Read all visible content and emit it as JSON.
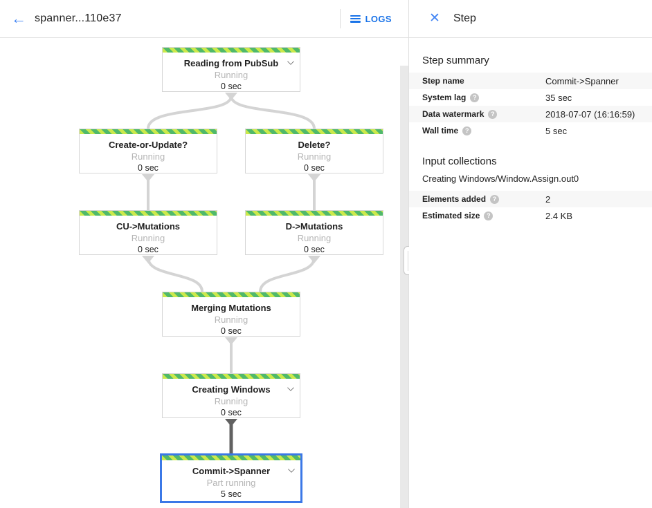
{
  "topbar": {
    "title": "spanner...110e37",
    "logs_label": "LOGS"
  },
  "icons": {
    "back": "←",
    "close": "✕",
    "help": "?"
  },
  "panel": {
    "title": "Step",
    "step_summary": {
      "heading": "Step summary",
      "rows": [
        {
          "label": "Step name",
          "value": "Commit->Spanner"
        },
        {
          "label": "System lag",
          "value": "35 sec"
        },
        {
          "label": "Data watermark",
          "value": "2018-07-07 (16:16:59)"
        },
        {
          "label": "Wall time",
          "value": "5 sec"
        }
      ]
    },
    "input_collections": {
      "heading": "Input collections",
      "collection_name": "Creating Windows/Window.Assign.out0",
      "rows": [
        {
          "label": "Elements added",
          "value": "2"
        },
        {
          "label": "Estimated size",
          "value": "2.4 KB"
        }
      ]
    }
  },
  "graph": {
    "nodes": [
      {
        "title": "Reading from PubSub",
        "status": "Running",
        "time": "0 sec"
      },
      {
        "title": "Create-or-Update?",
        "status": "Running",
        "time": "0 sec"
      },
      {
        "title": "Delete?",
        "status": "Running",
        "time": "0 sec"
      },
      {
        "title": "CU->Mutations",
        "status": "Running",
        "time": "0 sec"
      },
      {
        "title": "D->Mutations",
        "status": "Running",
        "time": "0 sec"
      },
      {
        "title": "Merging Mutations",
        "status": "Running",
        "time": "0 sec"
      },
      {
        "title": "Creating Windows",
        "status": "Running",
        "time": "0 sec"
      },
      {
        "title": "Commit->Spanner",
        "status": "Part running",
        "time": "5 sec"
      }
    ]
  },
  "colors": {
    "accent_blue": "#4285f4",
    "logs_blue": "#1a73e8",
    "selected_border": "#3b78e7",
    "stripe_green": "#50b96a",
    "stripe_lime": "#cbe94b",
    "edge_gray": "#d4d4d4",
    "edge_dark": "#616161"
  }
}
